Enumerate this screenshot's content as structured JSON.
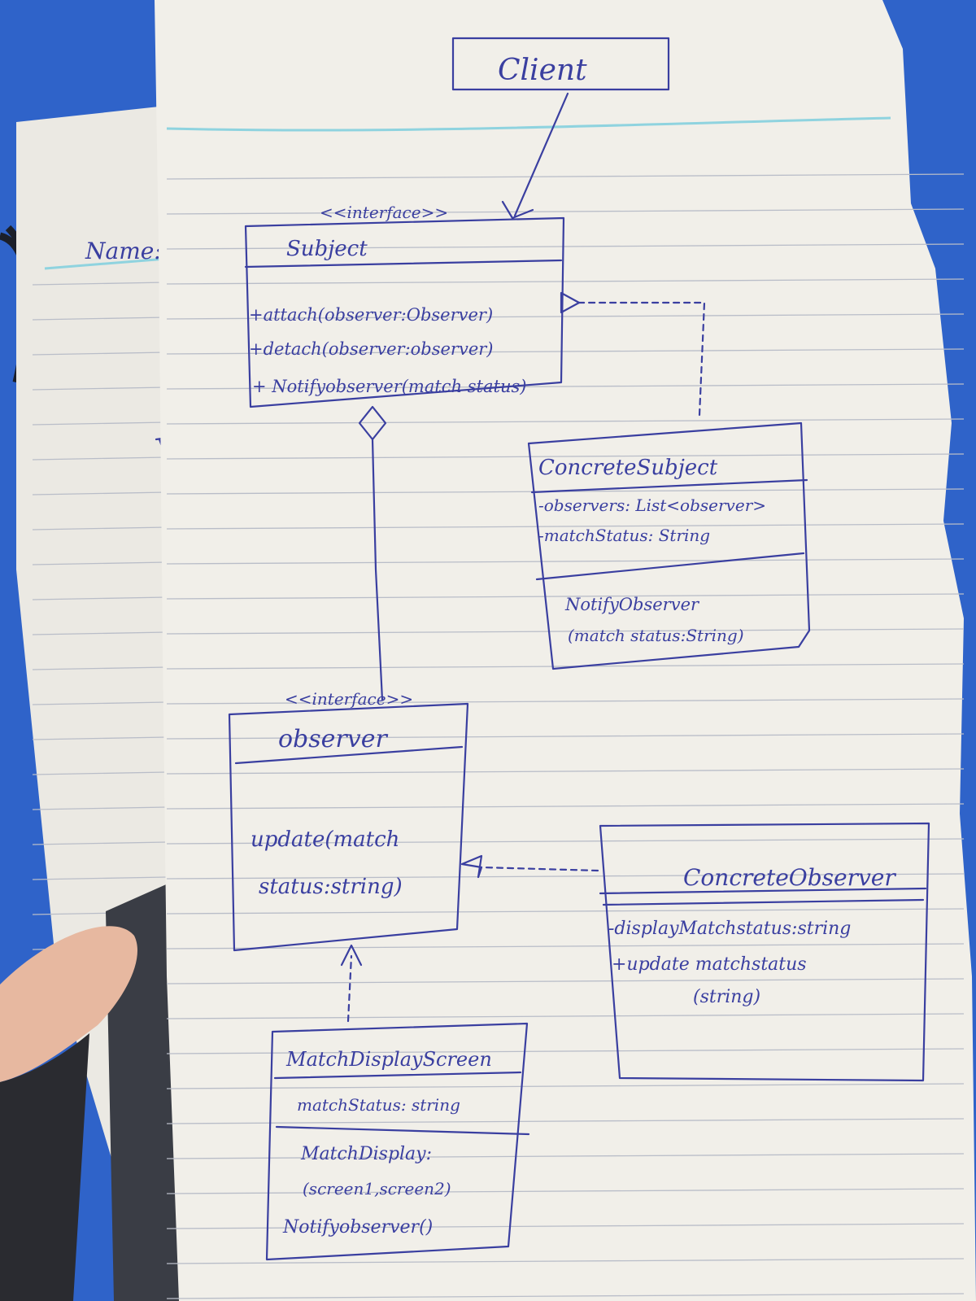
{
  "colors": {
    "desk": "#2f63c9",
    "paper": "#f1efe9",
    "paper_back": "#ebe9e3",
    "ruled_line": "#b9bdc8",
    "margin_line": "#8fd3df",
    "ink": "#3a3fa0"
  },
  "back_sheet": {
    "name_label": "Name:"
  },
  "client": {
    "title": "Client"
  },
  "subject": {
    "stereotype": "<<interface>>",
    "title": "Subject",
    "methods": [
      "+attach(observer:Observer)",
      "+detach(observer:observer)",
      "+ Notifyobserver(match status)"
    ]
  },
  "concrete_subject": {
    "title": "ConcreteSubject",
    "attributes": [
      "-observers: List<observer>",
      "-matchStatus: String"
    ],
    "methods": [
      "NotifyObserver",
      "(match status:String)"
    ]
  },
  "observer": {
    "stereotype": "<<interface>>",
    "title": "observer",
    "methods": [
      "update(match",
      "status:string)"
    ]
  },
  "concrete_observer": {
    "title": "ConcreteObserver",
    "lines": [
      "-displayMatchstatus:string",
      "+update matchstatus",
      "(string)"
    ]
  },
  "match_display_screen": {
    "title": "MatchDisplayScreen",
    "attributes": [
      "matchStatus: string"
    ],
    "methods": [
      "MatchDisplay:",
      "(screen1,screen2)",
      "Notifyobserver()"
    ]
  }
}
